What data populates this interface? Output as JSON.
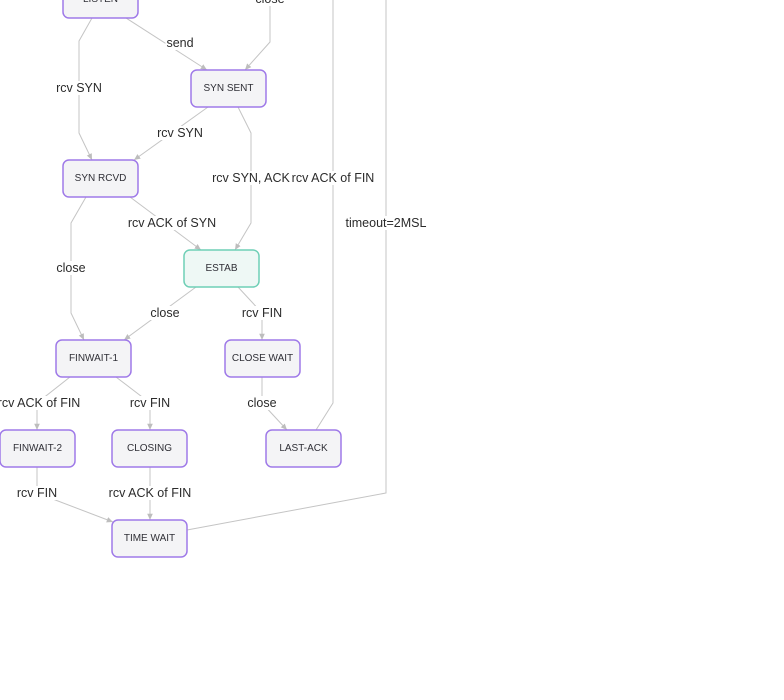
{
  "diagram": {
    "colors": {
      "node_fill": "#f4f4f6",
      "node_stroke": "#9f7ae8",
      "established_fill": "#eef8f5",
      "established_stroke": "#6fcfb6",
      "edge": "#c4c4c4",
      "text": "#2b2b2b"
    },
    "nodes": [
      {
        "id": "listen",
        "label": "LISTEN"
      },
      {
        "id": "syn_sent",
        "label": "SYN SENT"
      },
      {
        "id": "syn_rcvd",
        "label": "SYN RCVD"
      },
      {
        "id": "estab",
        "label": "ESTAB"
      },
      {
        "id": "finwait1",
        "label": "FINWAIT-1"
      },
      {
        "id": "close_wait",
        "label": "CLOSE WAIT"
      },
      {
        "id": "finwait2",
        "label": "FINWAIT-2"
      },
      {
        "id": "closing",
        "label": "CLOSING"
      },
      {
        "id": "last_ack",
        "label": "LAST-ACK"
      },
      {
        "id": "time_wait",
        "label": "TIME WAIT"
      }
    ],
    "edges": [
      {
        "from": "listen",
        "to": "syn_sent",
        "label": "send"
      },
      {
        "from": "listen",
        "to": "syn_rcvd",
        "label": "rcv SYN"
      },
      {
        "from": "top",
        "to": "syn_sent",
        "label": "close"
      },
      {
        "from": "syn_sent",
        "to": "syn_rcvd",
        "label": "rcv SYN"
      },
      {
        "from": "syn_sent",
        "to": "estab",
        "label": "rcv SYN, ACK"
      },
      {
        "from": "syn_rcvd",
        "to": "estab",
        "label": "rcv ACK of SYN"
      },
      {
        "from": "syn_rcvd",
        "to": "finwait1",
        "label": "close"
      },
      {
        "from": "estab",
        "to": "finwait1",
        "label": "close"
      },
      {
        "from": "estab",
        "to": "close_wait",
        "label": "rcv FIN"
      },
      {
        "from": "finwait1",
        "to": "finwait2",
        "label": "rcv ACK of FIN"
      },
      {
        "from": "finwait1",
        "to": "closing",
        "label": "rcv FIN"
      },
      {
        "from": "close_wait",
        "to": "last_ack",
        "label": "close"
      },
      {
        "from": "last_ack",
        "to": "top",
        "label": "rcv ACK of FIN"
      },
      {
        "from": "finwait2",
        "to": "time_wait",
        "label": "rcv FIN"
      },
      {
        "from": "closing",
        "to": "time_wait",
        "label": "rcv ACK of FIN"
      },
      {
        "from": "time_wait",
        "to": "top",
        "label": "timeout=2MSL"
      }
    ]
  }
}
